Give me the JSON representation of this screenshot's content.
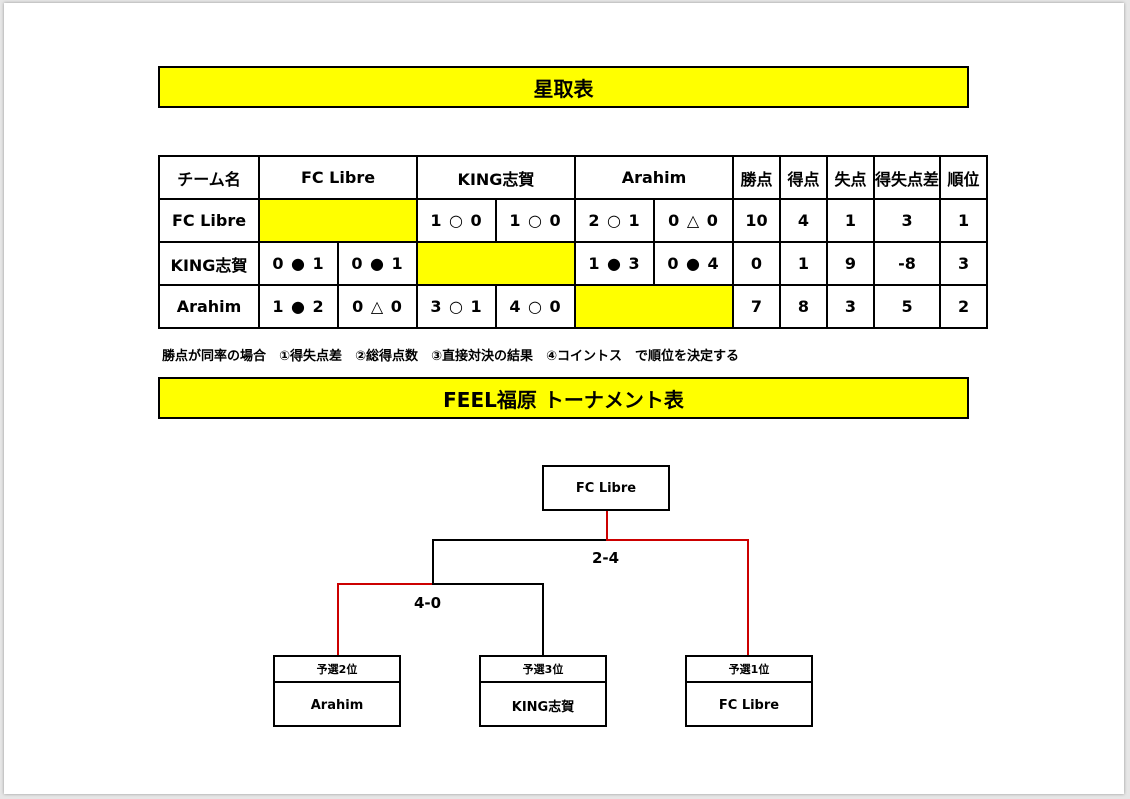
{
  "titles": {
    "standings": "星取表",
    "tournament": "FEEL福原 トーナメント表"
  },
  "standings": {
    "headers": {
      "team": "チーム名",
      "opp1": "FC Libre",
      "opp2": "KING志賀",
      "opp3": "Arahim",
      "points": "勝点",
      "gf": "得点",
      "ga": "失点",
      "gd": "得失点差",
      "rank": "順位"
    },
    "rows": [
      {
        "team": "FC Libre",
        "r1": "",
        "r2": "",
        "r3": "1 ○ 0",
        "r4": "1 ○ 0",
        "r5": "2 ○ 1",
        "r6": "0 △ 0",
        "points": "10",
        "gf": "4",
        "ga": "1",
        "gd": "3",
        "rank": "1"
      },
      {
        "team": "KING志賀",
        "r1": "0 ● 1",
        "r2": "0 ● 1",
        "r3": "",
        "r4": "",
        "r5": "1 ● 3",
        "r6": "0 ● 4",
        "points": "0",
        "gf": "1",
        "ga": "9",
        "gd": "-8",
        "rank": "3"
      },
      {
        "team": "Arahim",
        "r1": "1 ● 2",
        "r2": "0 △ 0",
        "r3": "3 ○ 1",
        "r4": "4 ○ 0",
        "r5": "",
        "r6": "",
        "points": "7",
        "gf": "8",
        "ga": "3",
        "gd": "5",
        "rank": "2"
      }
    ],
    "note": "勝点が同率の場合　①得失点差　②総得点数　③直接対決の結果　④コイントス　で順位を決定する"
  },
  "bracket": {
    "champion": "FC Libre",
    "final_score": "2-4",
    "semi_score": "4-0",
    "seeds": [
      {
        "seed": "予選2位",
        "team": "Arahim"
      },
      {
        "seed": "予選3位",
        "team": "KING志賀"
      },
      {
        "seed": "予選1位",
        "team": "FC Libre"
      }
    ]
  },
  "colors": {
    "highlight": "#ffff00",
    "winner_line": "#cc0000",
    "line": "#000000"
  }
}
